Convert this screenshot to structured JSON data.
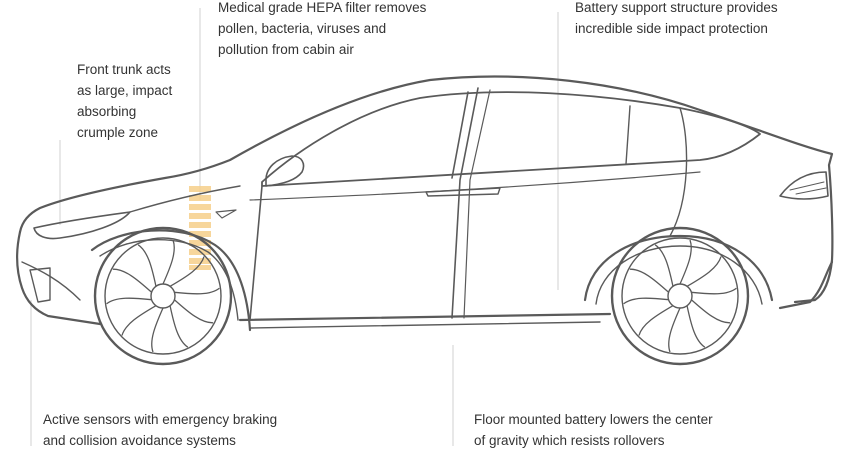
{
  "callouts": {
    "hepa": {
      "lines": [
        "Medical grade HEPA filter removes",
        "pollen, bacteria, viruses and",
        "pollution from cabin air"
      ]
    },
    "battery_support": {
      "lines": [
        "Battery support structure provides",
        "incredible side impact protection"
      ]
    },
    "front_trunk": {
      "lines": [
        "Front trunk acts",
        "as large, impact",
        "absorbing",
        "crumple zone"
      ]
    },
    "sensors": {
      "lines": [
        "Active sensors with emergency braking",
        "and collision avoidance systems"
      ]
    },
    "floor_battery": {
      "lines": [
        "Floor mounted battery lowers the center",
        "of gravity which resists rollovers"
      ]
    }
  },
  "colors": {
    "car_outline": "#5a5a5a",
    "leader_line": "#cfcfcf",
    "crumple_zone": "#f6d08a",
    "text": "#333333"
  }
}
